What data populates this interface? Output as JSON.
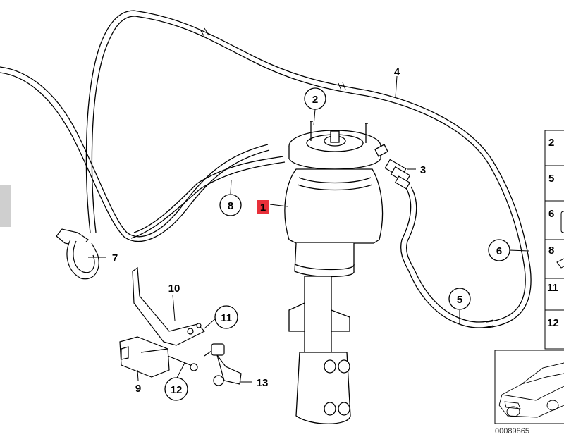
{
  "callouts": {
    "c1": "1",
    "c2": "2",
    "c3": "3",
    "c4": "4",
    "c5": "5",
    "c6": "6",
    "c7": "7",
    "c8": "8",
    "c9": "9",
    "c10": "10",
    "c11": "11",
    "c12": "12",
    "c13": "13"
  },
  "side_table": {
    "rows": [
      "2",
      "5",
      "6",
      "8",
      "11",
      "12"
    ]
  },
  "reference_number": "00089865",
  "colors": {
    "highlight_label": "#e8303a",
    "line": "#000000",
    "tab": "#cfcfcf"
  }
}
